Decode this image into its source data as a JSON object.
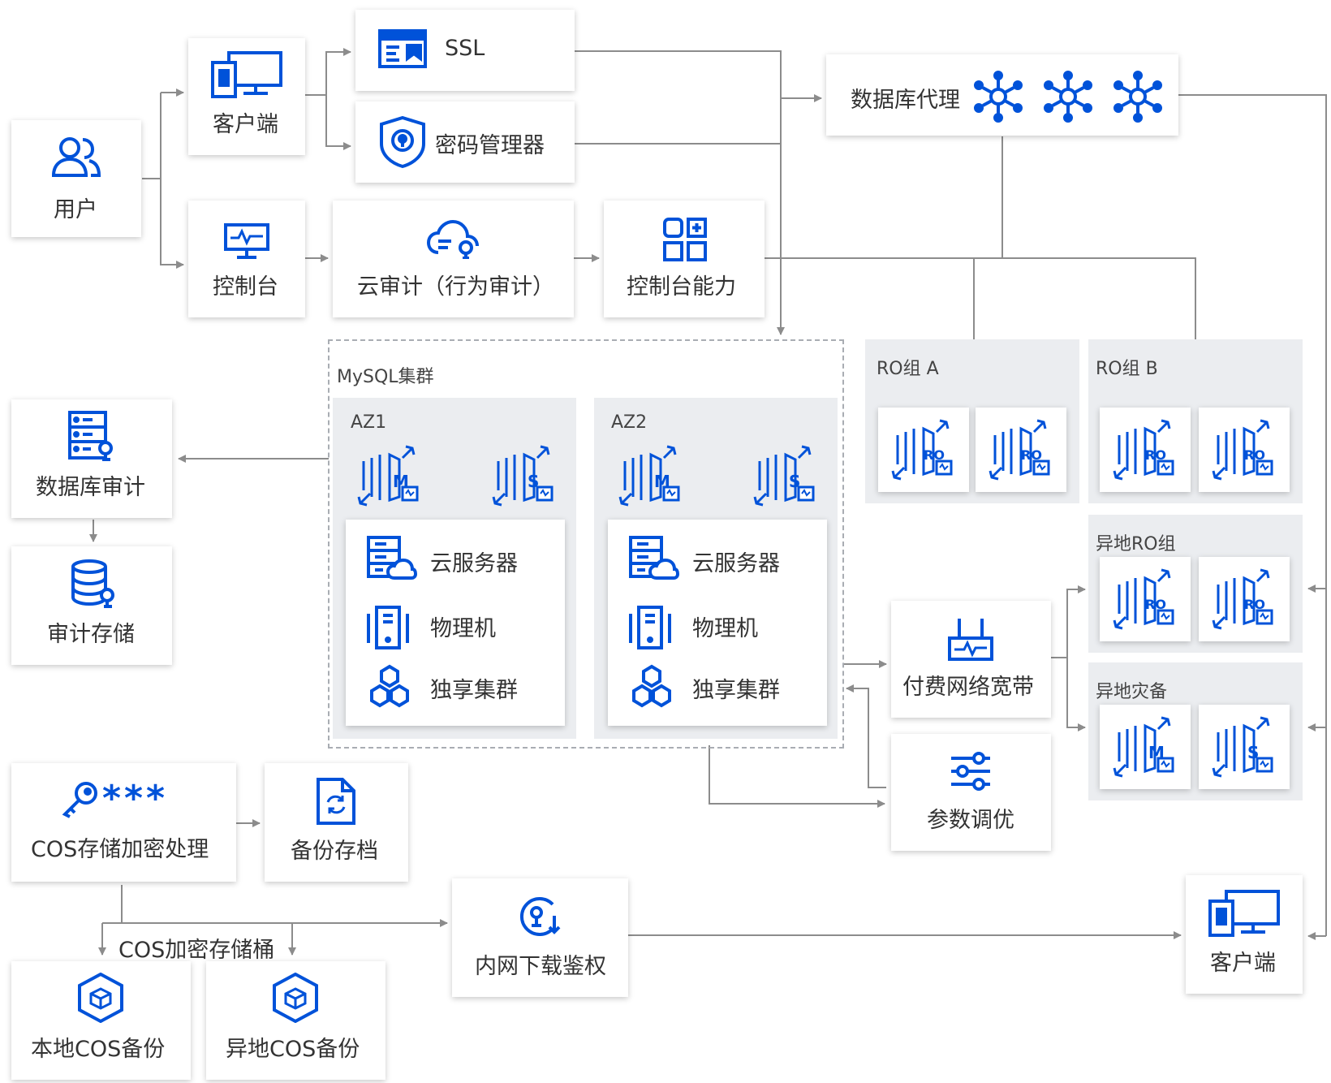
{
  "colors": {
    "accent": "#0052d9",
    "line": "#8c8c8c",
    "group_bg": "#ebedf0"
  },
  "nodes": {
    "user": "用户",
    "client_top": "客户端",
    "console": "控制台",
    "ssl": "SSL",
    "password_manager": "密码管理器",
    "cloud_audit": "云审计（行为审计）",
    "console_ability": "控制台能力",
    "db_proxy": "数据库代理",
    "db_audit": "数据库审计",
    "audit_storage": "审计存储",
    "paid_bandwidth": "付费网络宽带",
    "param_tuning": "参数调优",
    "cos_encrypt": "COS存储加密处理",
    "backup_archive": "备份存档",
    "intranet_download": "内网下载鉴权",
    "client_bottom": "客户端",
    "local_cos": "本地COS备份",
    "remote_cos": "异地COS备份",
    "cos_bucket": "COS加密存储桶",
    "key_stars": "***"
  },
  "groups": {
    "mysql_cluster": "MySQL集群",
    "az1": "AZ1",
    "az2": "AZ2",
    "ro_a": "RO组 A",
    "ro_b": "RO组 B",
    "remote_ro": "异地RO组",
    "remote_dr": "异地灾备"
  },
  "az_items": [
    "云服务器",
    "物理机",
    "独享集群"
  ],
  "instance_labels": {
    "master": "M",
    "slave": "S",
    "readonly": "RO"
  },
  "icons": [
    "users-icon",
    "desktop-mobile-icon",
    "monitor-icon",
    "ssl-certificate-icon",
    "shield-lock-icon",
    "cloud-audit-icon",
    "apps-grid-icon",
    "network-hub-icon",
    "server-key-icon",
    "database-key-icon",
    "router-icon",
    "sliders-icon",
    "key-icon",
    "file-sync-icon",
    "download-lock-icon",
    "cube-hexagon-icon",
    "server-cloud-icon",
    "physical-server-icon",
    "hexagon-cluster-icon",
    "db-instance-icon"
  ]
}
